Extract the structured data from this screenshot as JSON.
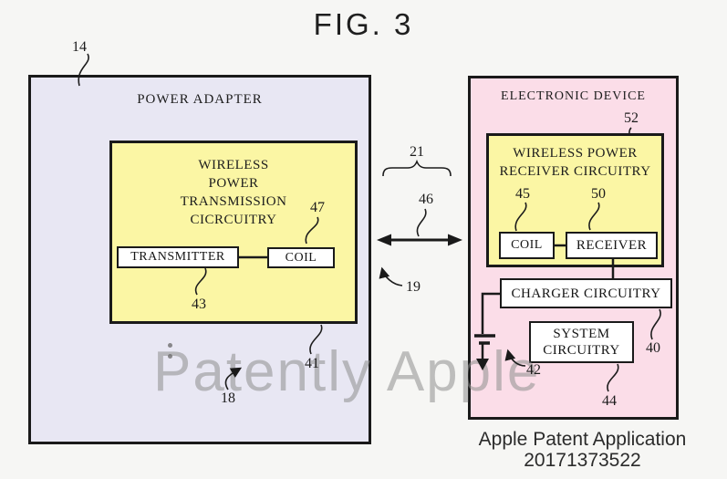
{
  "title": "FIG. 3",
  "watermark": "Patently Apple",
  "caption": {
    "line1": "Apple Patent Application",
    "line2": "20171373522"
  },
  "colors": {
    "adapter-bg": "#e8e7f3",
    "device-bg": "#fbdde8",
    "circuit-bg": "#fbf6a4",
    "inner-box-bg": "#ffffff",
    "line": "#1a1a1a",
    "watermark": "#8f8f8f"
  },
  "power_adapter": {
    "title": "POWER ADAPTER",
    "ref": "14",
    "interior_ref": "18",
    "transmission_circuitry": {
      "line1": "WIRELESS",
      "line2": "POWER",
      "line3": "TRANSMISSION",
      "line4": "CICRCUITRY",
      "ref": "41"
    },
    "transmitter": {
      "label": "TRANSMITTER",
      "ref": "43"
    },
    "coil": {
      "label": "COIL",
      "ref": "47"
    }
  },
  "wireless_link": {
    "brace_ref": "21",
    "arrow_ref": "46",
    "region_ref": "19"
  },
  "electronic_device": {
    "title": "ELECTRONIC DEVICE",
    "receiver_circuitry": {
      "line1": "WIRELESS POWER",
      "line2": "RECEIVER CIRCUITRY",
      "ref": "52"
    },
    "coil": {
      "label": "COIL",
      "ref": "45"
    },
    "receiver": {
      "label": "RECEIVER",
      "ref": "50"
    },
    "charger_circuitry": {
      "label": "CHARGER CIRCUITRY",
      "ref": "40"
    },
    "system_circuitry": {
      "line1": "SYSTEM",
      "line2": "CIRCUITRY",
      "ref": "44"
    },
    "battery": {
      "ref": "42"
    }
  }
}
